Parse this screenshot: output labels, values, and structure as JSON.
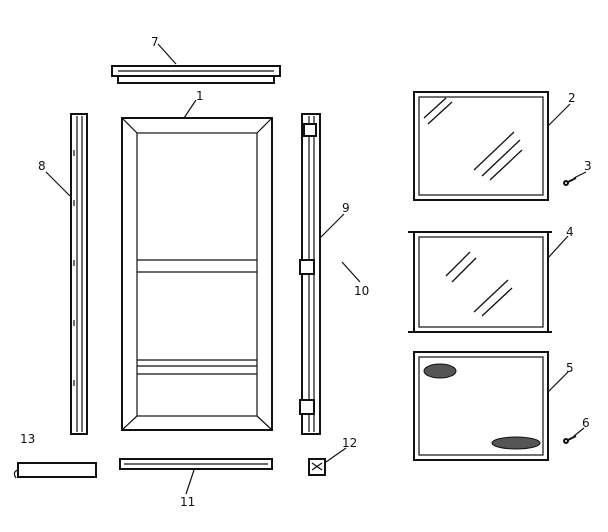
{
  "diagram": {
    "callouts": {
      "c1": "1",
      "c2": "2",
      "c3": "3",
      "c4": "4",
      "c5": "5",
      "c6": "6",
      "c7": "7",
      "c8": "8",
      "c9": "9",
      "c10": "10",
      "c11": "11",
      "c12": "12",
      "c13": "13"
    },
    "colors": {
      "ink": "#111111",
      "background": "#ffffff"
    }
  }
}
